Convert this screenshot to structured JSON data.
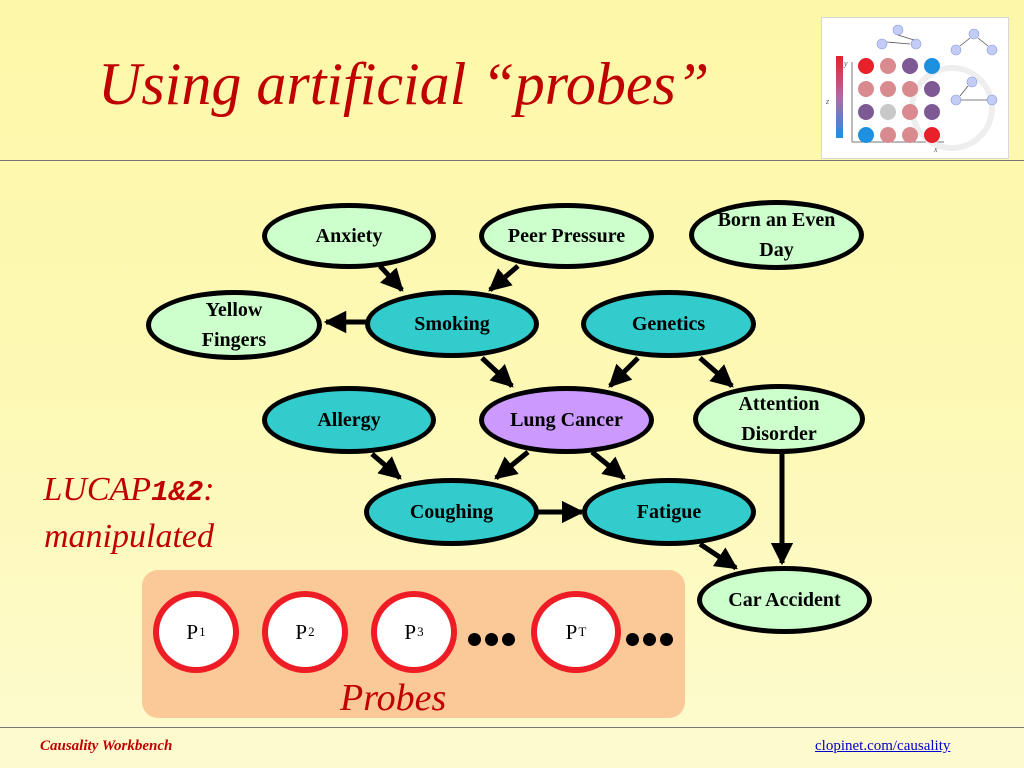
{
  "slide": {
    "title": "Using artificial “probes”",
    "side_label_prefix": "LUCAP",
    "side_label_code": "1&2",
    "side_label_colon": ":",
    "side_label_line2": "manipulated",
    "footer_left": "Causality Workbench",
    "footer_right": "clopinet.com/causality"
  },
  "graph": {
    "nodes": {
      "anxiety": "Anxiety",
      "peer_pressure": "Peer Pressure",
      "born_even_day": "Born an Even Day",
      "yellow_fingers": "Yellow Fingers",
      "smoking": "Smoking",
      "genetics": "Genetics",
      "allergy": "Allergy",
      "lung_cancer": "Lung Cancer",
      "attention_disorder": "Attention Disorder",
      "coughing": "Coughing",
      "fatigue": "Fatigue",
      "car_accident": "Car Accident"
    },
    "edges": [
      [
        "Anxiety",
        "Smoking"
      ],
      [
        "Peer Pressure",
        "Smoking"
      ],
      [
        "Smoking",
        "Yellow Fingers"
      ],
      [
        "Smoking",
        "Lung Cancer"
      ],
      [
        "Genetics",
        "Lung Cancer"
      ],
      [
        "Genetics",
        "Attention Disorder"
      ],
      [
        "Allergy",
        "Coughing"
      ],
      [
        "Lung Cancer",
        "Coughing"
      ],
      [
        "Lung Cancer",
        "Fatigue"
      ],
      [
        "Coughing",
        "Fatigue"
      ],
      [
        "Fatigue",
        "Car Accident"
      ],
      [
        "Attention Disorder",
        "Car Accident"
      ]
    ]
  },
  "probes": {
    "label": "Probes",
    "items": [
      {
        "letter": "P",
        "sub": "1"
      },
      {
        "letter": "P",
        "sub": "2"
      },
      {
        "letter": "P",
        "sub": "3"
      },
      {
        "letter": "P",
        "sub": "T"
      }
    ]
  },
  "thumbnail": {
    "axis_y": "y",
    "axis_x": "x",
    "axis_z": "z",
    "colors": [
      "#e8202a",
      "#d98a8e",
      "#7e5a94",
      "#1e90e0",
      "#c8c8c8"
    ]
  }
}
